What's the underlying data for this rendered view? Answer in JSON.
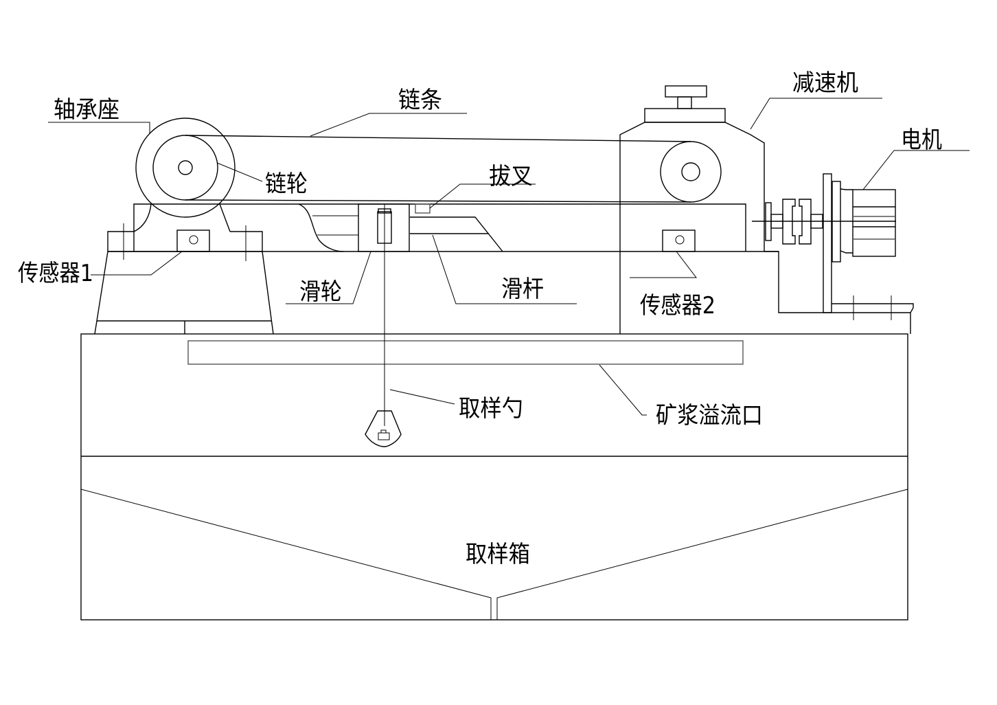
{
  "diagram": {
    "title": "",
    "stroke_color": "#000000",
    "background": "#ffffff",
    "labels": {
      "bearing_seat": "轴承座",
      "chain": "链条",
      "sprocket": "链轮",
      "reducer": "减速机",
      "motor": "电机",
      "shift_fork": "拔叉",
      "sensor1": "传感器1",
      "pulley": "滑轮",
      "slide_rod": "滑杆",
      "sensor2": "传感器2",
      "sampling_spoon": "取样勺",
      "slurry_overflow": "矿浆溢流口",
      "sampling_box": "取样箱"
    }
  }
}
